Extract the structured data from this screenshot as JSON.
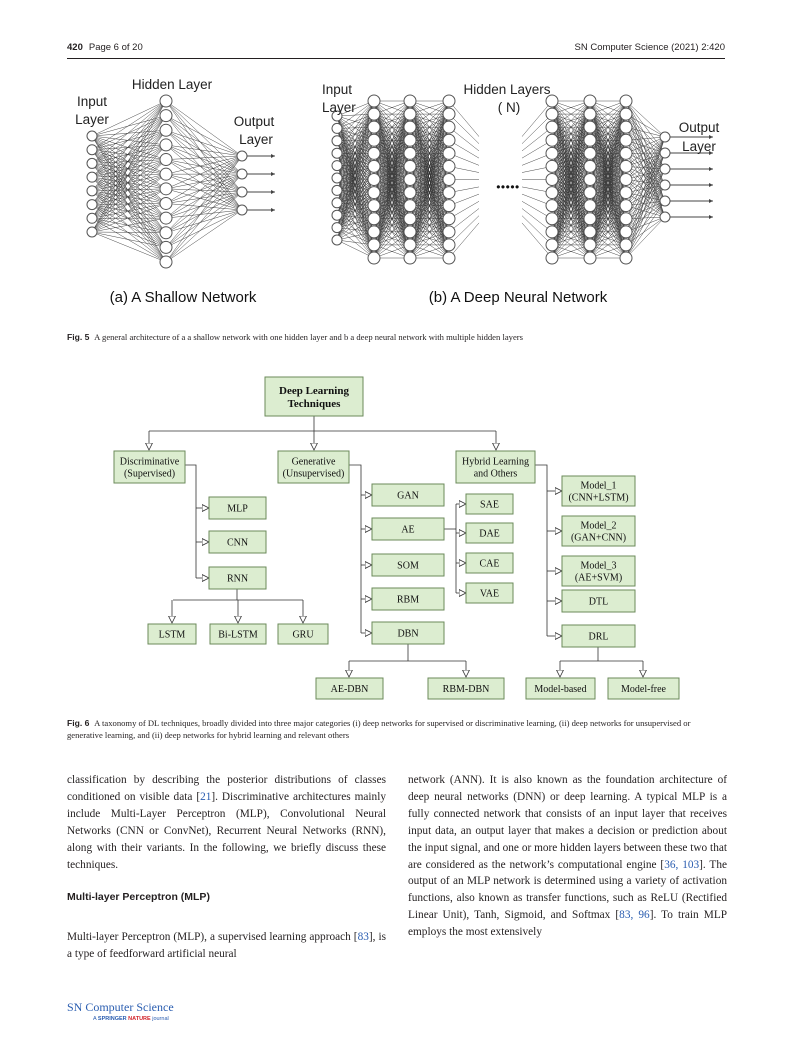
{
  "header": {
    "page_num": "420",
    "page_of": "Page 6 of 20",
    "journal_ref": "SN Computer Science (2021) 2:420"
  },
  "fig5": {
    "shallow_labels": {
      "input": [
        "Input",
        "Layer"
      ],
      "hidden": "Hidden Layer",
      "output": [
        "Output",
        "Layer"
      ]
    },
    "deep_labels": {
      "input": [
        "Input",
        "Layer"
      ],
      "hidden": [
        "Hidden Layers",
        "( N)"
      ],
      "output": [
        "Output",
        "Layer"
      ]
    },
    "dots": "•••••",
    "sub_a": "(a) A Shallow Network",
    "sub_b": "(b)  A Deep Neural Network",
    "caption_label": "Fig. 5",
    "caption_text": "A general architecture of a a shallow network with one hidden layer and b a deep neural network with multiple hidden layers"
  },
  "fig6": {
    "root": [
      "Deep Learning",
      "Techniques"
    ],
    "disc": [
      "Discriminative",
      "(Supervised)"
    ],
    "gen": [
      "Generative",
      "(Unsupervised)"
    ],
    "hyb": [
      "Hybrid Learning",
      "and Others"
    ],
    "disc_items": [
      "MLP",
      "CNN",
      "RNN"
    ],
    "rnn_items": [
      "LSTM",
      "Bi-LSTM",
      "GRU"
    ],
    "gen_items": [
      "GAN",
      "AE",
      "SOM",
      "RBM",
      "DBN"
    ],
    "ae_items": [
      "SAE",
      "DAE",
      "CAE",
      "VAE"
    ],
    "dbn_items": [
      "AE-DBN",
      "RBM-DBN"
    ],
    "hyb_items": [
      [
        "Model_1",
        "(CNN+LSTM)"
      ],
      [
        "Model_2",
        "(GAN+CNN)"
      ],
      [
        "Model_3",
        "(AE+SVM)"
      ],
      [
        "DTL"
      ],
      [
        "DRL"
      ]
    ],
    "drl_items": [
      "Model-based",
      "Model-free"
    ],
    "caption_label": "Fig. 6",
    "caption_text": "A taxonomy of DL techniques, broadly divided into three major categories (i) deep networks for supervised or discriminative learning, (ii) deep networks for unsupervised or generative learning, and (ii) deep networks for hybrid learning and relevant others"
  },
  "left_col": {
    "p1": "classification by describing the posterior distributions of classes conditioned on visible data [21]. Discriminative architectures mainly include Multi-Layer Perceptron (MLP), Convolutional Neural Networks (CNN or ConvNet), Recurrent Neural Networks (RNN), along with their variants. In the following, we briefly discuss these techniques.",
    "heading": "Multi-layer Perceptron (MLP)",
    "p2": "Multi-layer Perceptron (MLP), a supervised learning approach [83], is a type of feedforward artificial neural"
  },
  "right_col": {
    "p1": "network (ANN). It is also known as the foundation architecture of deep neural networks (DNN) or deep learning. A typical MLP is a fully connected network that consists of an input layer that receives input data, an output layer that makes a decision or prediction about the input signal, and one or more hidden layers between these two that are considered as the network’s computational engine [36, 103]. The output of an MLP network is determined using a variety of activation functions, also known as transfer functions, such as ReLU (Rectified Linear Unit), Tanh, Sigmoid, and Softmax [83, 96]. To train MLP employs the most extensively"
  },
  "footer": {
    "journal": "SN Computer Science",
    "a": "A",
    "springer": "SPRINGER",
    "nature": "NATURE",
    "jr": "journal"
  },
  "colors": {
    "box_fill": "#dcedd0",
    "box_stroke": "#6b8a5a",
    "cite": "#2a5db0"
  }
}
